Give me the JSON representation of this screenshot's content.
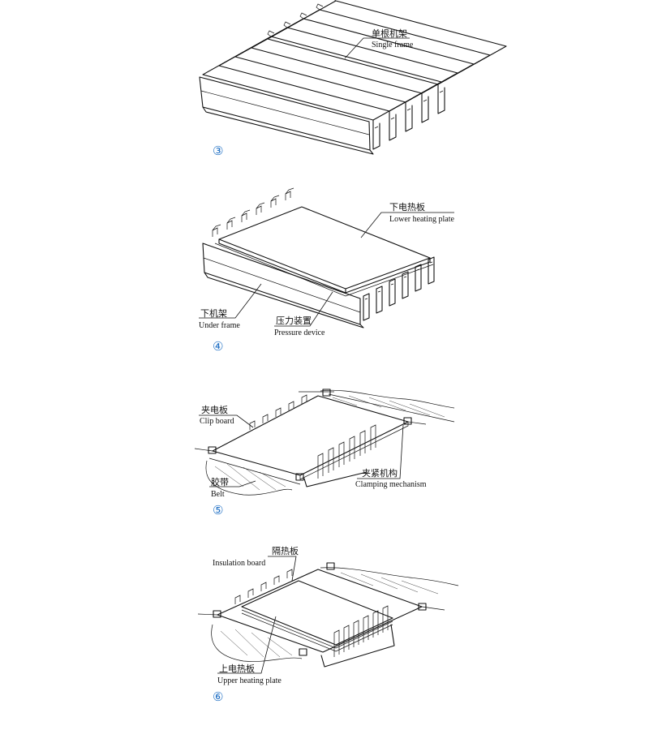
{
  "colors": {
    "ink": "#111111",
    "step_number": "#1f6fc4",
    "background": "#ffffff"
  },
  "steps": [
    {
      "number": "③",
      "labels": [
        {
          "cn": "单根机架",
          "en": "Single frame"
        }
      ]
    },
    {
      "number": "④",
      "labels": [
        {
          "cn": "下电热板",
          "en": "Lower heating plate"
        },
        {
          "cn": "下机架",
          "en": "Under frame"
        },
        {
          "cn": "压力装置",
          "en": "Pressure device"
        }
      ]
    },
    {
      "number": "⑤",
      "labels": [
        {
          "cn": "夹电板",
          "en": "Clip board"
        },
        {
          "cn": "夹紧机构",
          "en": "Clamping mechanism"
        },
        {
          "cn": "胶带",
          "en": "Belt"
        }
      ]
    },
    {
      "number": "⑥",
      "labels": [
        {
          "cn": "隔热板",
          "en": "Insulation board"
        },
        {
          "cn": "上电热板",
          "en": "Upper heating plate"
        }
      ]
    }
  ]
}
